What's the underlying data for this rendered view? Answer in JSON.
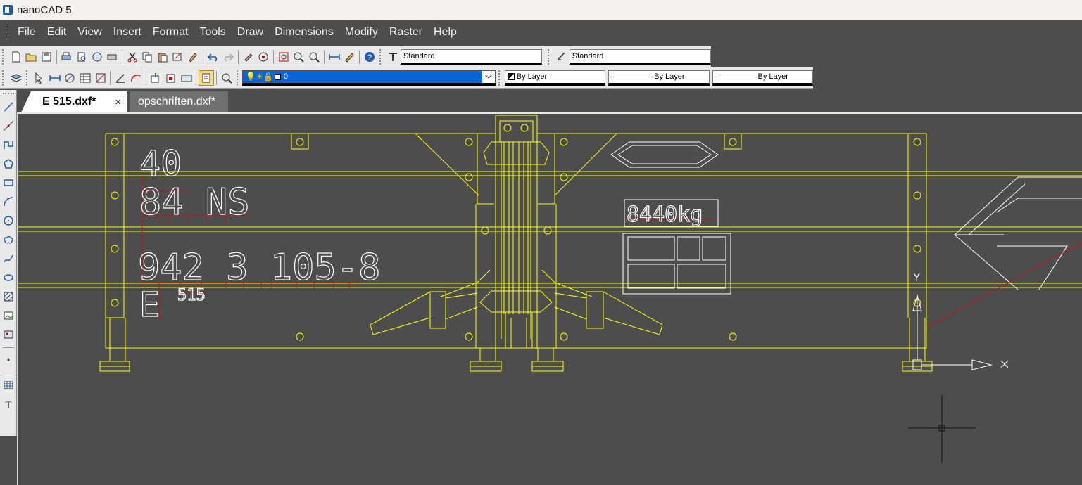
{
  "window": {
    "title": "nanoCAD 5"
  },
  "menu": [
    "File",
    "Edit",
    "View",
    "Insert",
    "Format",
    "Tools",
    "Draw",
    "Dimensions",
    "Modify",
    "Raster",
    "Help"
  ],
  "toolbar": {
    "text_style": "Standard",
    "dim_style": "Standard",
    "layer": "0",
    "color": "By Layer",
    "linetype": "By Layer",
    "lineweight": "By Layer"
  },
  "tabs": [
    {
      "label": "E 515.dxf*",
      "active": true,
      "close": "×"
    },
    {
      "label": "opschriften.dxf*",
      "active": false
    }
  ],
  "drawing": {
    "text_40": "40",
    "text_84ns": "84 NS",
    "text_942": "942 3 105-8",
    "text_e": "E",
    "text_515": "515",
    "text_weight": "8440kg",
    "ucs_y": "Y",
    "ucs_x": "X"
  },
  "colors": {
    "canvas": "#4d4d4d",
    "geometry": "#ffff00",
    "text_outline": "#ffffff",
    "dimension": "#c01818",
    "layer_highlight": "#0a64d6"
  }
}
